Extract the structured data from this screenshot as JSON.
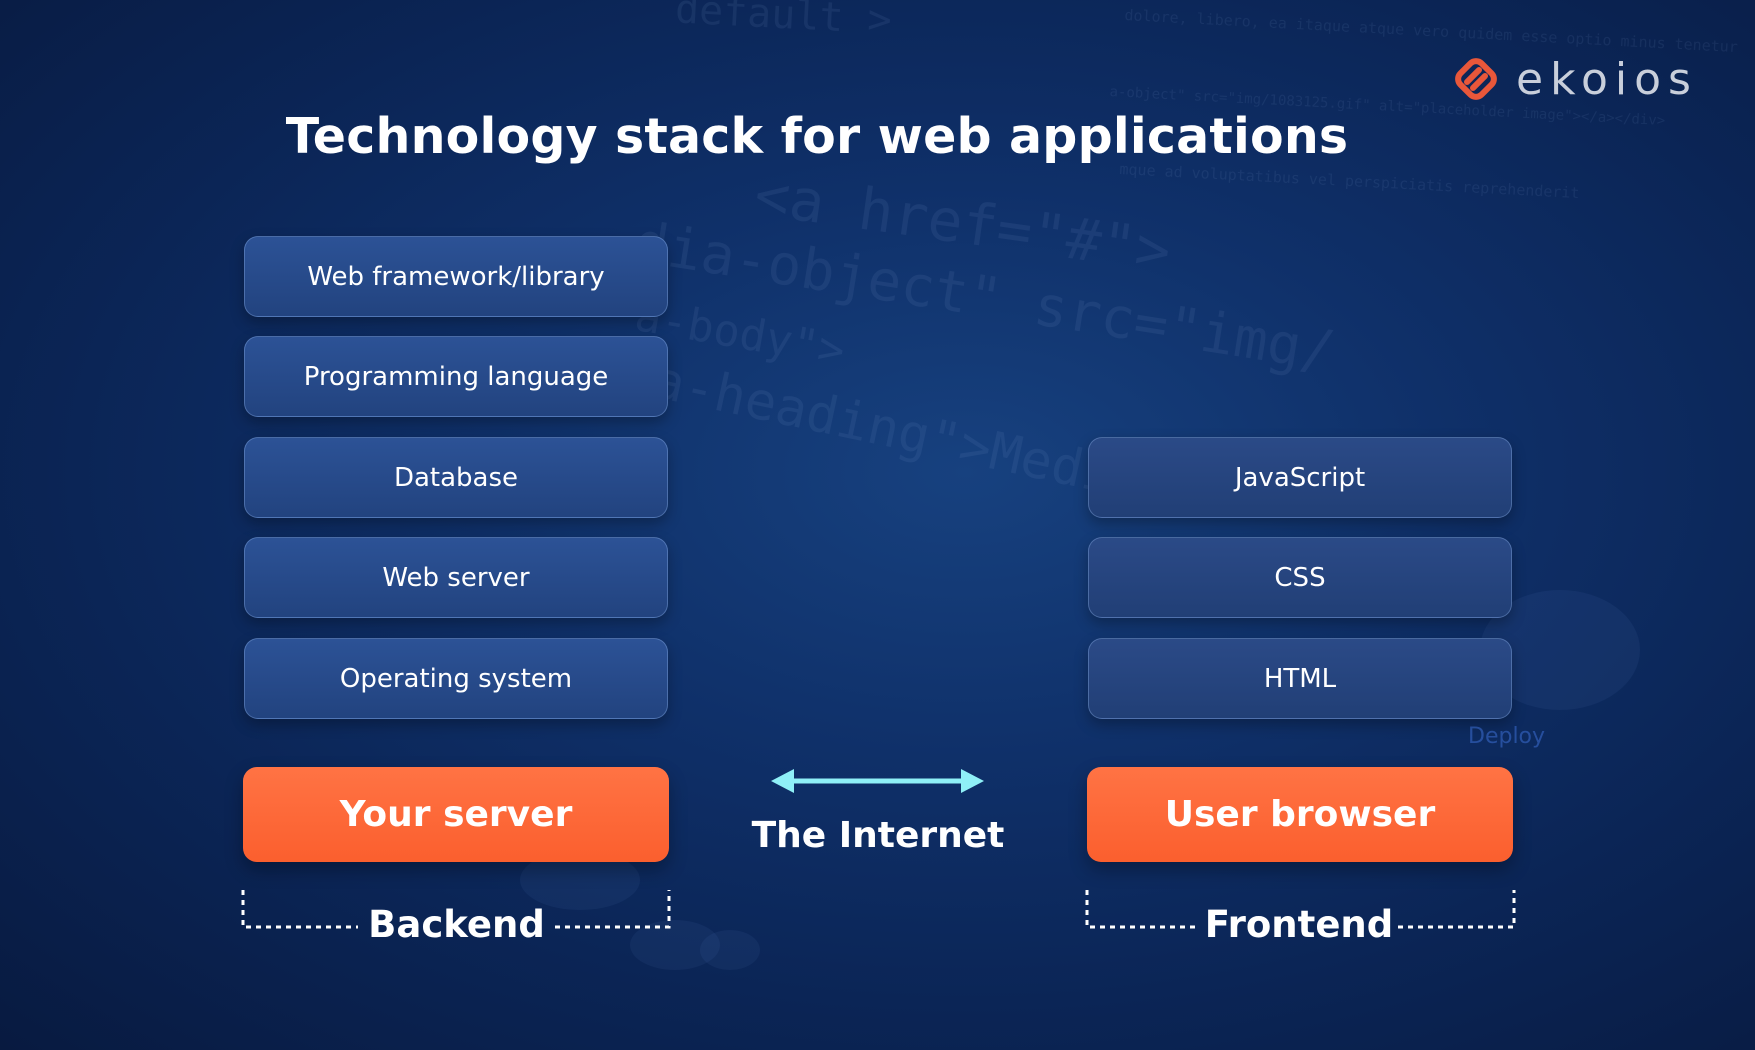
{
  "title": "Technology stack for web applications",
  "logo": {
    "text": "ekoios"
  },
  "backend_stack": [
    "Web framework/library",
    "Programming language",
    "Database",
    "Web server",
    "Operating system"
  ],
  "frontend_stack": [
    "JavaScript",
    "CSS",
    "HTML"
  ],
  "nodes": {
    "server": "Your server",
    "browser": "User browser",
    "internet": "The Internet"
  },
  "sections": {
    "backend": "Backend",
    "frontend": "Frontend"
  },
  "background_text": {
    "code_1": "default >",
    "code_2": "dolore, libero, ea itaque atque vero quidem esse optio minus tenetur",
    "code_3": "a-object\" src=\"img/1083125.gif\" alt=\"placeholder image\"></a></div>",
    "code_4": "mque ad voluptatibus vel perspiciatis reprehenderit",
    "code_5": "<a href=\"#\">",
    "code_6": "dia-object\" src=\"img/",
    "code_7": "a-body\">",
    "code_8": "a-heading\">Media",
    "deploy": "Deploy"
  },
  "colors": {
    "accent_orange": "#fb5f2e",
    "arrow_cyan": "#8ff0f7",
    "box_blue": "#2c5296",
    "logo_orange": "#e8573a"
  }
}
